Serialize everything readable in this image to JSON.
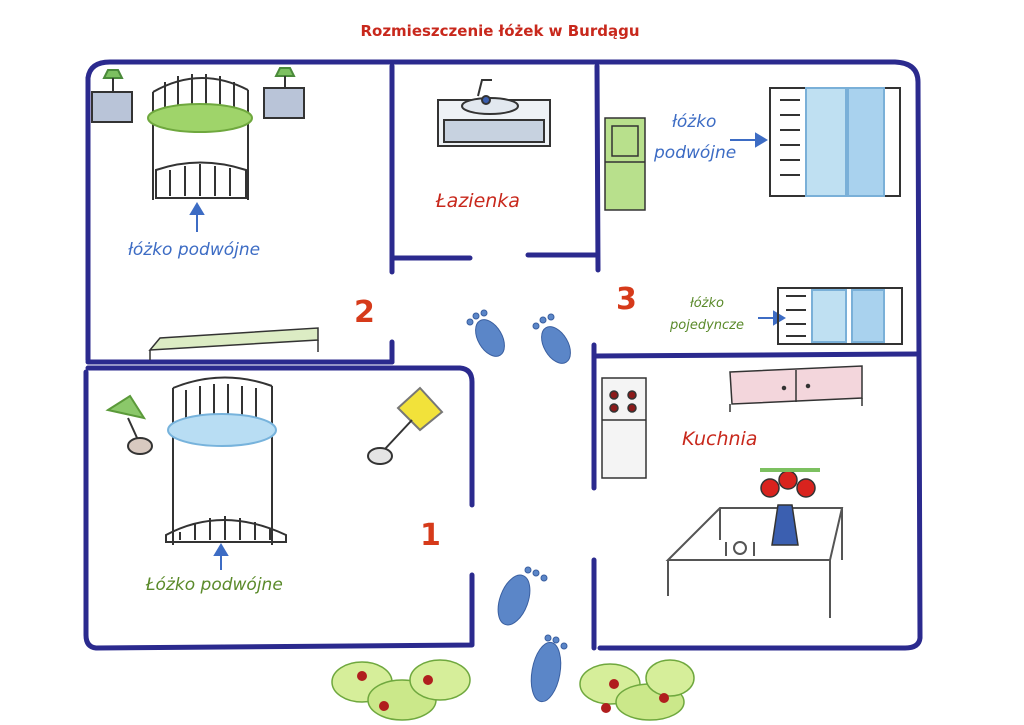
{
  "title": "Rozmieszczenie łóżek w Burdągu",
  "colors": {
    "wall": "#2b2a8e",
    "title": "#c8281c",
    "room_label": "#c8281c",
    "number": "#d63a1a",
    "blue_label": "#3d6cc4",
    "green_label": "#5a8a2a"
  },
  "labels": {
    "room2_bed": "łóżko podwójne",
    "room1_bed": "Łóżko podwójne",
    "room3_bed_double_line1": "łóżko",
    "room3_bed_double_line2": "podwójne",
    "room3_bed_single_line1": "łóżko",
    "room3_bed_single_line2": "pojedyncze",
    "bathroom": "Łazienka",
    "kitchen": "Kuchnia"
  },
  "room_numbers": {
    "room1": "1",
    "room2": "2",
    "room3": "3"
  },
  "icons": [
    "double-bed-icon",
    "single-bed-icon",
    "nightstand-lamp-icon",
    "floor-lamp-icon",
    "bench-icon",
    "sink-icon",
    "wardrobe-icon",
    "stove-icon",
    "kitchen-cabinet-icon",
    "table-icon",
    "flower-vase-icon",
    "footprint-icon",
    "bush-icon",
    "arrow-up-icon",
    "arrow-right-icon"
  ]
}
